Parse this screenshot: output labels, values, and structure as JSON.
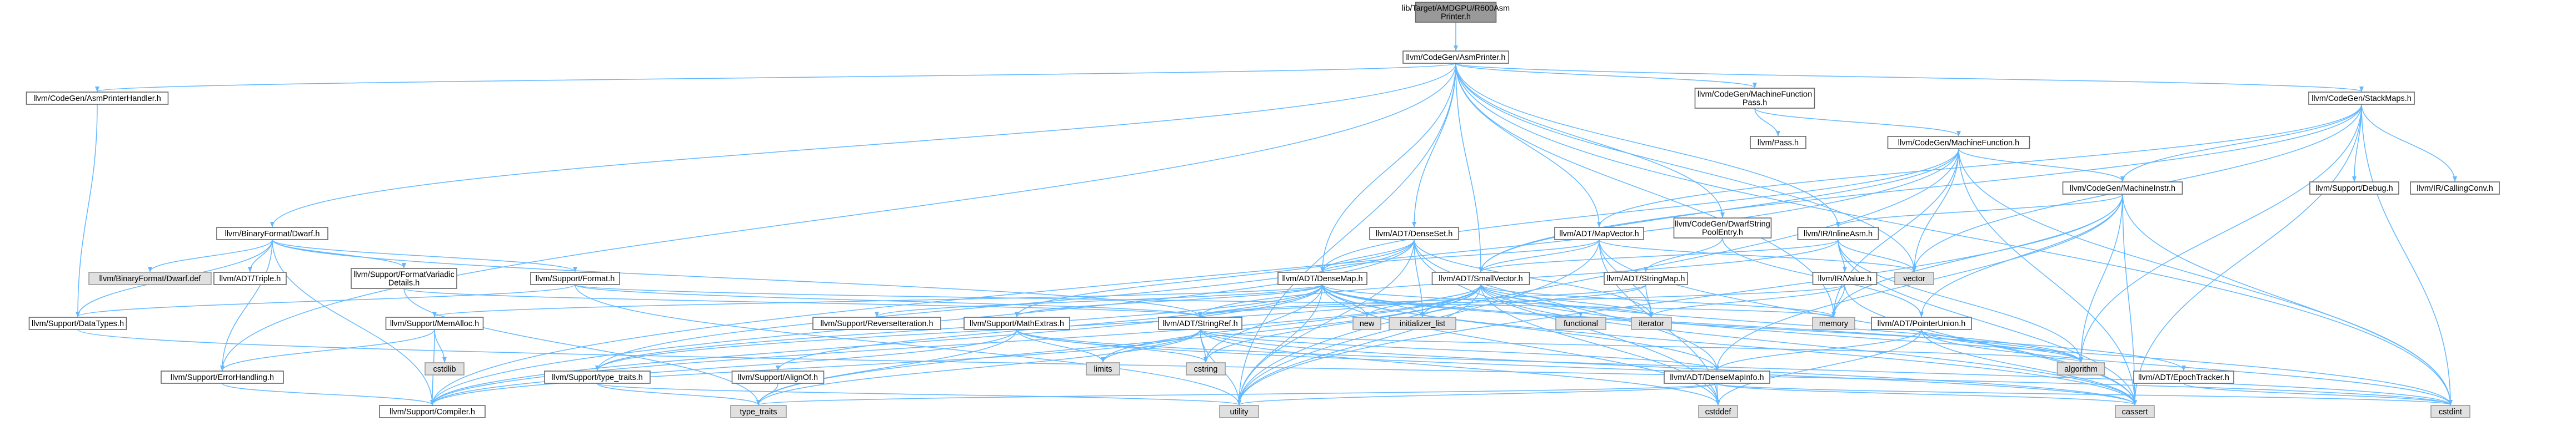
{
  "diagram": {
    "title": "lib/Target/AMDGPU/R600AsmPrinter.h",
    "colors": {
      "root_fill": "#999999",
      "normal_fill": "#ffffff",
      "normal_stroke": "#666666",
      "missing_fill": "#e0e0e0",
      "missing_stroke": "#999999",
      "red_text": "#ff0000",
      "black_text": "#000000",
      "edge": "#63b8ff"
    },
    "nodes": [
      {
        "id": "root",
        "lines": [
          "lib/Target/AMDGPU/R600Asm",
          "Printer.h"
        ],
        "style": "root"
      },
      {
        "id": "asmprinter",
        "lines": [
          "llvm/CodeGen/AsmPrinter.h"
        ],
        "style": "normal"
      },
      {
        "id": "asmprinterhandler",
        "lines": [
          "llvm/CodeGen/AsmPrinterHandler.h"
        ],
        "style": "normal"
      },
      {
        "id": "mfpass",
        "lines": [
          "llvm/CodeGen/MachineFunction",
          "Pass.h"
        ],
        "style": "normal"
      },
      {
        "id": "stackmaps",
        "lines": [
          "llvm/CodeGen/StackMaps.h"
        ],
        "style": "normal"
      },
      {
        "id": "pass",
        "lines": [
          "llvm/Pass.h"
        ],
        "style": "red"
      },
      {
        "id": "machinefunction",
        "lines": [
          "llvm/CodeGen/MachineFunction.h"
        ],
        "style": "red"
      },
      {
        "id": "machineinstr",
        "lines": [
          "llvm/CodeGen/MachineInstr.h"
        ],
        "style": "red"
      },
      {
        "id": "debug",
        "lines": [
          "llvm/Support/Debug.h"
        ],
        "style": "normal"
      },
      {
        "id": "callingconv",
        "lines": [
          "llvm/IR/CallingConv.h"
        ],
        "style": "normal"
      },
      {
        "id": "dwarf",
        "lines": [
          "llvm/BinaryFormat/Dwarf.h"
        ],
        "style": "normal"
      },
      {
        "id": "denseset",
        "lines": [
          "llvm/ADT/DenseSet.h"
        ],
        "style": "normal"
      },
      {
        "id": "mapvector",
        "lines": [
          "llvm/ADT/MapVector.h"
        ],
        "style": "normal"
      },
      {
        "id": "dwarfstringpool",
        "lines": [
          "llvm/CodeGen/DwarfString",
          "PoolEntry.h"
        ],
        "style": "normal"
      },
      {
        "id": "inlineasm",
        "lines": [
          "llvm/IR/InlineAsm.h"
        ],
        "style": "red"
      },
      {
        "id": "dwarfdef",
        "lines": [
          "llvm/BinaryFormat/Dwarf.def"
        ],
        "style": "missing"
      },
      {
        "id": "triple",
        "lines": [
          "llvm/ADT/Triple.h"
        ],
        "style": "red"
      },
      {
        "id": "formatvariadic",
        "lines": [
          "llvm/Support/FormatVariadic",
          "Details.h"
        ],
        "style": "red"
      },
      {
        "id": "format",
        "lines": [
          "llvm/Support/Format.h"
        ],
        "style": "red"
      },
      {
        "id": "densemap",
        "lines": [
          "llvm/ADT/DenseMap.h"
        ],
        "style": "normal"
      },
      {
        "id": "smallvector",
        "lines": [
          "llvm/ADT/SmallVector.h"
        ],
        "style": "normal"
      },
      {
        "id": "stringmap",
        "lines": [
          "llvm/ADT/StringMap.h"
        ],
        "style": "red"
      },
      {
        "id": "irvalue",
        "lines": [
          "llvm/IR/Value.h"
        ],
        "style": "red"
      },
      {
        "id": "vector",
        "lines": [
          "vector"
        ],
        "style": "missing"
      },
      {
        "id": "datatypes",
        "lines": [
          "llvm/Support/DataTypes.h"
        ],
        "style": "red"
      },
      {
        "id": "memalloc",
        "lines": [
          "llvm/Support/MemAlloc.h"
        ],
        "style": "normal"
      },
      {
        "id": "reverseiteration",
        "lines": [
          "llvm/Support/ReverseIteration.h"
        ],
        "style": "red"
      },
      {
        "id": "mathextras",
        "lines": [
          "llvm/Support/MathExtras.h"
        ],
        "style": "red"
      },
      {
        "id": "stringref",
        "lines": [
          "llvm/ADT/StringRef.h"
        ],
        "style": "red"
      },
      {
        "id": "new",
        "lines": [
          "new"
        ],
        "style": "missing"
      },
      {
        "id": "initializer_list",
        "lines": [
          "initializer_list"
        ],
        "style": "missing"
      },
      {
        "id": "functional",
        "lines": [
          "functional"
        ],
        "style": "missing"
      },
      {
        "id": "iterator",
        "lines": [
          "iterator"
        ],
        "style": "missing"
      },
      {
        "id": "memory",
        "lines": [
          "memory"
        ],
        "style": "missing"
      },
      {
        "id": "pointerunion",
        "lines": [
          "llvm/ADT/PointerUnion.h"
        ],
        "style": "red"
      },
      {
        "id": "cstdlib",
        "lines": [
          "cstdlib"
        ],
        "style": "missing"
      },
      {
        "id": "errorhandling",
        "lines": [
          "llvm/Support/ErrorHandling.h"
        ],
        "style": "normal"
      },
      {
        "id": "typetraits",
        "lines": [
          "llvm/Support/type_traits.h"
        ],
        "style": "normal"
      },
      {
        "id": "alignof",
        "lines": [
          "llvm/Support/AlignOf.h"
        ],
        "style": "normal"
      },
      {
        "id": "limits",
        "lines": [
          "limits"
        ],
        "style": "missing"
      },
      {
        "id": "cstring",
        "lines": [
          "cstring"
        ],
        "style": "missing"
      },
      {
        "id": "densemapinfo",
        "lines": [
          "llvm/ADT/DenseMapInfo.h"
        ],
        "style": "red"
      },
      {
        "id": "algorithm",
        "lines": [
          "algorithm"
        ],
        "style": "missing"
      },
      {
        "id": "epochtracker",
        "lines": [
          "llvm/ADT/EpochTracker.h"
        ],
        "style": "red"
      },
      {
        "id": "compiler",
        "lines": [
          "llvm/Support/Compiler.h"
        ],
        "style": "red"
      },
      {
        "id": "type_traits",
        "lines": [
          "type_traits"
        ],
        "style": "missing"
      },
      {
        "id": "utility",
        "lines": [
          "utility"
        ],
        "style": "missing"
      },
      {
        "id": "cstddef",
        "lines": [
          "cstddef"
        ],
        "style": "missing"
      },
      {
        "id": "cassert",
        "lines": [
          "cassert"
        ],
        "style": "missing"
      },
      {
        "id": "cstdint",
        "lines": [
          "cstdint"
        ],
        "style": "missing"
      }
    ],
    "edges": [
      [
        "root",
        "asmprinter"
      ],
      [
        "asmprinter",
        "asmprinterhandler"
      ],
      [
        "asmprinter",
        "mfpass"
      ],
      [
        "asmprinter",
        "stackmaps"
      ],
      [
        "asmprinter",
        "dwarf"
      ],
      [
        "asmprinter",
        "denseset"
      ],
      [
        "asmprinter",
        "mapvector"
      ],
      [
        "asmprinter",
        "dwarfstringpool"
      ],
      [
        "asmprinter",
        "inlineasm"
      ],
      [
        "asmprinter",
        "densemap"
      ],
      [
        "asmprinter",
        "smallvector"
      ],
      [
        "asmprinter",
        "vector"
      ],
      [
        "asmprinter",
        "memory"
      ],
      [
        "asmprinter",
        "errorhandling"
      ],
      [
        "asmprinter",
        "utility"
      ],
      [
        "asmprinter",
        "cstdint"
      ],
      [
        "asmprinterhandler",
        "datatypes"
      ],
      [
        "mfpass",
        "pass"
      ],
      [
        "mfpass",
        "machinefunction"
      ],
      [
        "machinefunction",
        "machineinstr"
      ],
      [
        "machinefunction",
        "densemap"
      ],
      [
        "machinefunction",
        "smallvector"
      ],
      [
        "machinefunction",
        "vector"
      ],
      [
        "machinefunction",
        "memory"
      ],
      [
        "machinefunction",
        "cstdint"
      ],
      [
        "machinefunction",
        "utility"
      ],
      [
        "machinefunction",
        "cassert"
      ],
      [
        "machinefunction",
        "compiler"
      ],
      [
        "stackmaps",
        "machineinstr"
      ],
      [
        "stackmaps",
        "debug"
      ],
      [
        "stackmaps",
        "callingconv"
      ],
      [
        "stackmaps",
        "mapvector"
      ],
      [
        "stackmaps",
        "smallvector"
      ],
      [
        "stackmaps",
        "vector"
      ],
      [
        "stackmaps",
        "cassert"
      ],
      [
        "stackmaps",
        "cstdint"
      ],
      [
        "stackmaps",
        "algorithm"
      ],
      [
        "machineinstr",
        "inlineasm"
      ],
      [
        "machineinstr",
        "densemapinfo"
      ],
      [
        "machineinstr",
        "pointerunion"
      ],
      [
        "machineinstr",
        "algorithm"
      ],
      [
        "machineinstr",
        "cassert"
      ],
      [
        "machineinstr",
        "cstdint"
      ],
      [
        "machineinstr",
        "memory"
      ],
      [
        "machineinstr",
        "utility"
      ],
      [
        "dwarf",
        "dwarfdef"
      ],
      [
        "dwarf",
        "triple"
      ],
      [
        "dwarf",
        "formatvariadic"
      ],
      [
        "dwarf",
        "format"
      ],
      [
        "dwarf",
        "datatypes"
      ],
      [
        "dwarf",
        "errorhandling"
      ],
      [
        "dwarf",
        "compiler"
      ],
      [
        "dwarf",
        "stringref"
      ],
      [
        "denseset",
        "densemap"
      ],
      [
        "denseset",
        "densemapinfo"
      ],
      [
        "denseset",
        "mathextras"
      ],
      [
        "denseset",
        "typetraits"
      ],
      [
        "denseset",
        "initializer_list"
      ],
      [
        "denseset",
        "iterator"
      ],
      [
        "denseset",
        "cstddef"
      ],
      [
        "denseset",
        "utility"
      ],
      [
        "denseset",
        "compiler"
      ],
      [
        "mapvector",
        "densemap"
      ],
      [
        "mapvector",
        "smallvector"
      ],
      [
        "mapvector",
        "vector"
      ],
      [
        "mapvector",
        "iterator"
      ],
      [
        "mapvector",
        "cassert"
      ],
      [
        "mapvector",
        "utility"
      ],
      [
        "mapvector",
        "cstddef"
      ],
      [
        "dwarfstringpool",
        "stringmap"
      ],
      [
        "dwarfstringpool",
        "pointerunion"
      ],
      [
        "inlineasm",
        "irvalue"
      ],
      [
        "inlineasm",
        "smallvector"
      ],
      [
        "inlineasm",
        "stringref"
      ],
      [
        "inlineasm",
        "vector"
      ],
      [
        "inlineasm",
        "cassert"
      ],
      [
        "inlineasm",
        "algorithm"
      ],
      [
        "formatvariadic",
        "stringref"
      ],
      [
        "formatvariadic",
        "type_traits"
      ],
      [
        "format",
        "stringref"
      ],
      [
        "format",
        "datatypes"
      ],
      [
        "format",
        "memory"
      ],
      [
        "format",
        "utility"
      ],
      [
        "densemap",
        "densemapinfo"
      ],
      [
        "densemap",
        "epochtracker"
      ],
      [
        "densemap",
        "alignof"
      ],
      [
        "densemap",
        "compiler"
      ],
      [
        "densemap",
        "mathextras"
      ],
      [
        "densemap",
        "memalloc"
      ],
      [
        "densemap",
        "reverseiteration"
      ],
      [
        "densemap",
        "typetraits"
      ],
      [
        "densemap",
        "algorithm"
      ],
      [
        "densemap",
        "cassert"
      ],
      [
        "densemap",
        "cstddef"
      ],
      [
        "densemap",
        "cstring"
      ],
      [
        "densemap",
        "initializer_list"
      ],
      [
        "densemap",
        "iterator"
      ],
      [
        "densemap",
        "new"
      ],
      [
        "densemap",
        "utility"
      ],
      [
        "smallvector",
        "compiler"
      ],
      [
        "smallvector",
        "typetraits"
      ],
      [
        "smallvector",
        "algorithm"
      ],
      [
        "smallvector",
        "cassert"
      ],
      [
        "smallvector",
        "cstddef"
      ],
      [
        "smallvector",
        "cstdint"
      ],
      [
        "smallvector",
        "cstring"
      ],
      [
        "smallvector",
        "functional"
      ],
      [
        "smallvector",
        "initializer_list"
      ],
      [
        "smallvector",
        "iterator"
      ],
      [
        "smallvector",
        "limits"
      ],
      [
        "smallvector",
        "memory"
      ],
      [
        "smallvector",
        "new"
      ],
      [
        "smallvector",
        "type_traits"
      ],
      [
        "smallvector",
        "utility"
      ],
      [
        "stringmap",
        "stringref"
      ],
      [
        "stringmap",
        "iterator"
      ],
      [
        "stringmap",
        "initializer_list"
      ],
      [
        "irvalue",
        "stringref"
      ],
      [
        "irvalue",
        "cassert"
      ],
      [
        "irvalue",
        "iterator"
      ],
      [
        "irvalue",
        "memory"
      ],
      [
        "pointerunion",
        "densemapinfo"
      ],
      [
        "pointerunion",
        "algorithm"
      ],
      [
        "pointerunion",
        "cassert"
      ],
      [
        "pointerunion",
        "cstddef"
      ],
      [
        "pointerunion",
        "cstdint"
      ],
      [
        "memalloc",
        "compiler"
      ],
      [
        "memalloc",
        "errorhandling"
      ],
      [
        "memalloc",
        "cstdlib"
      ],
      [
        "mathextras",
        "compiler"
      ],
      [
        "mathextras",
        "cassert"
      ],
      [
        "mathextras",
        "cstdint"
      ],
      [
        "mathextras",
        "cstring"
      ],
      [
        "mathextras",
        "limits"
      ],
      [
        "mathextras",
        "type_traits"
      ],
      [
        "stringref",
        "densemapinfo"
      ],
      [
        "stringref",
        "compiler"
      ],
      [
        "stringref",
        "algorithm"
      ],
      [
        "stringref",
        "cassert"
      ],
      [
        "stringref",
        "cstddef"
      ],
      [
        "stringref",
        "cstring"
      ],
      [
        "stringref",
        "limits"
      ],
      [
        "stringref",
        "type_traits"
      ],
      [
        "stringref",
        "utility"
      ],
      [
        "errorhandling",
        "compiler"
      ],
      [
        "typetraits",
        "type_traits"
      ],
      [
        "typetraits",
        "utility"
      ],
      [
        "alignof",
        "type_traits"
      ],
      [
        "densemapinfo",
        "cassert"
      ],
      [
        "densemapinfo",
        "cstddef"
      ],
      [
        "densemapinfo",
        "cstdint"
      ],
      [
        "densemapinfo",
        "type_traits"
      ],
      [
        "densemapinfo",
        "utility"
      ],
      [
        "epochtracker",
        "cstdint"
      ],
      [
        "datatypes",
        "cstdint"
      ]
    ]
  }
}
